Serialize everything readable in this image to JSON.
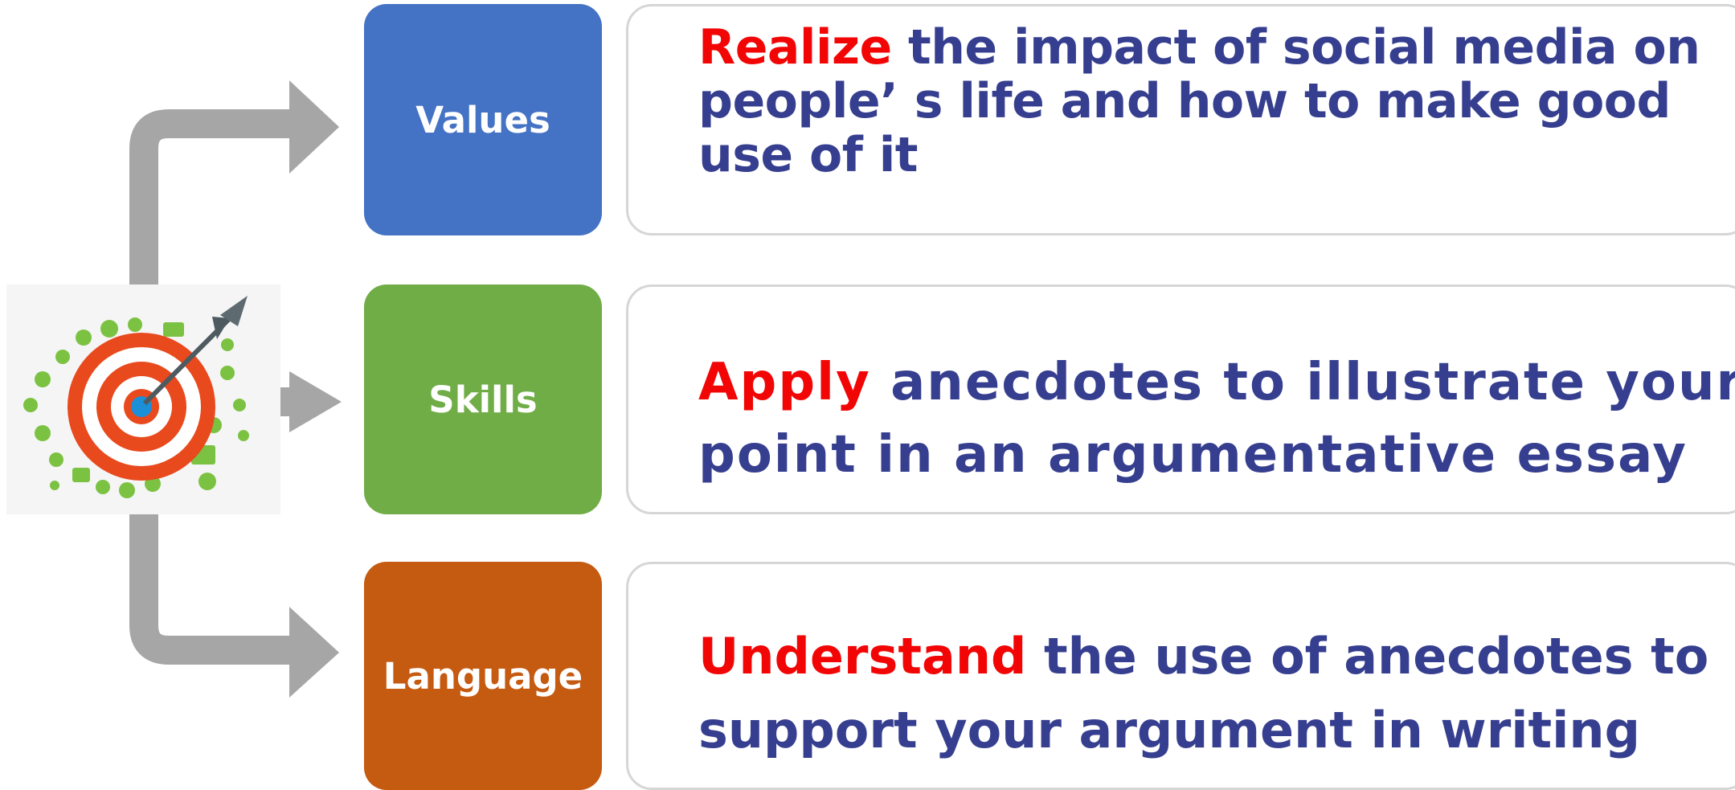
{
  "colors": {
    "values_box": "#4472c4",
    "skills_box": "#70ad47",
    "language_box": "#c55a11",
    "verb_text": "#f20505",
    "body_text": "#363f8f",
    "connector_arrow": "#a6a6a6",
    "desc_box_border": "#d6d6d6"
  },
  "center_image": {
    "icon": "target-with-dart-icon",
    "surrounding_icons": "green-social-media-icons"
  },
  "rows": [
    {
      "label": "Values",
      "verb": "Realize",
      "lines": [
        " the impact of social media on",
        "people’ s life and how to make good",
        "use of it"
      ]
    },
    {
      "label": "Skills",
      "verb": "Apply",
      "lines": [
        " anecdotes to illustrate your",
        "point in an argumentative essay"
      ]
    },
    {
      "label": "Language",
      "verb": "Understand",
      "lines": [
        " the use of anecdotes to",
        "support your argument in writing"
      ]
    }
  ]
}
